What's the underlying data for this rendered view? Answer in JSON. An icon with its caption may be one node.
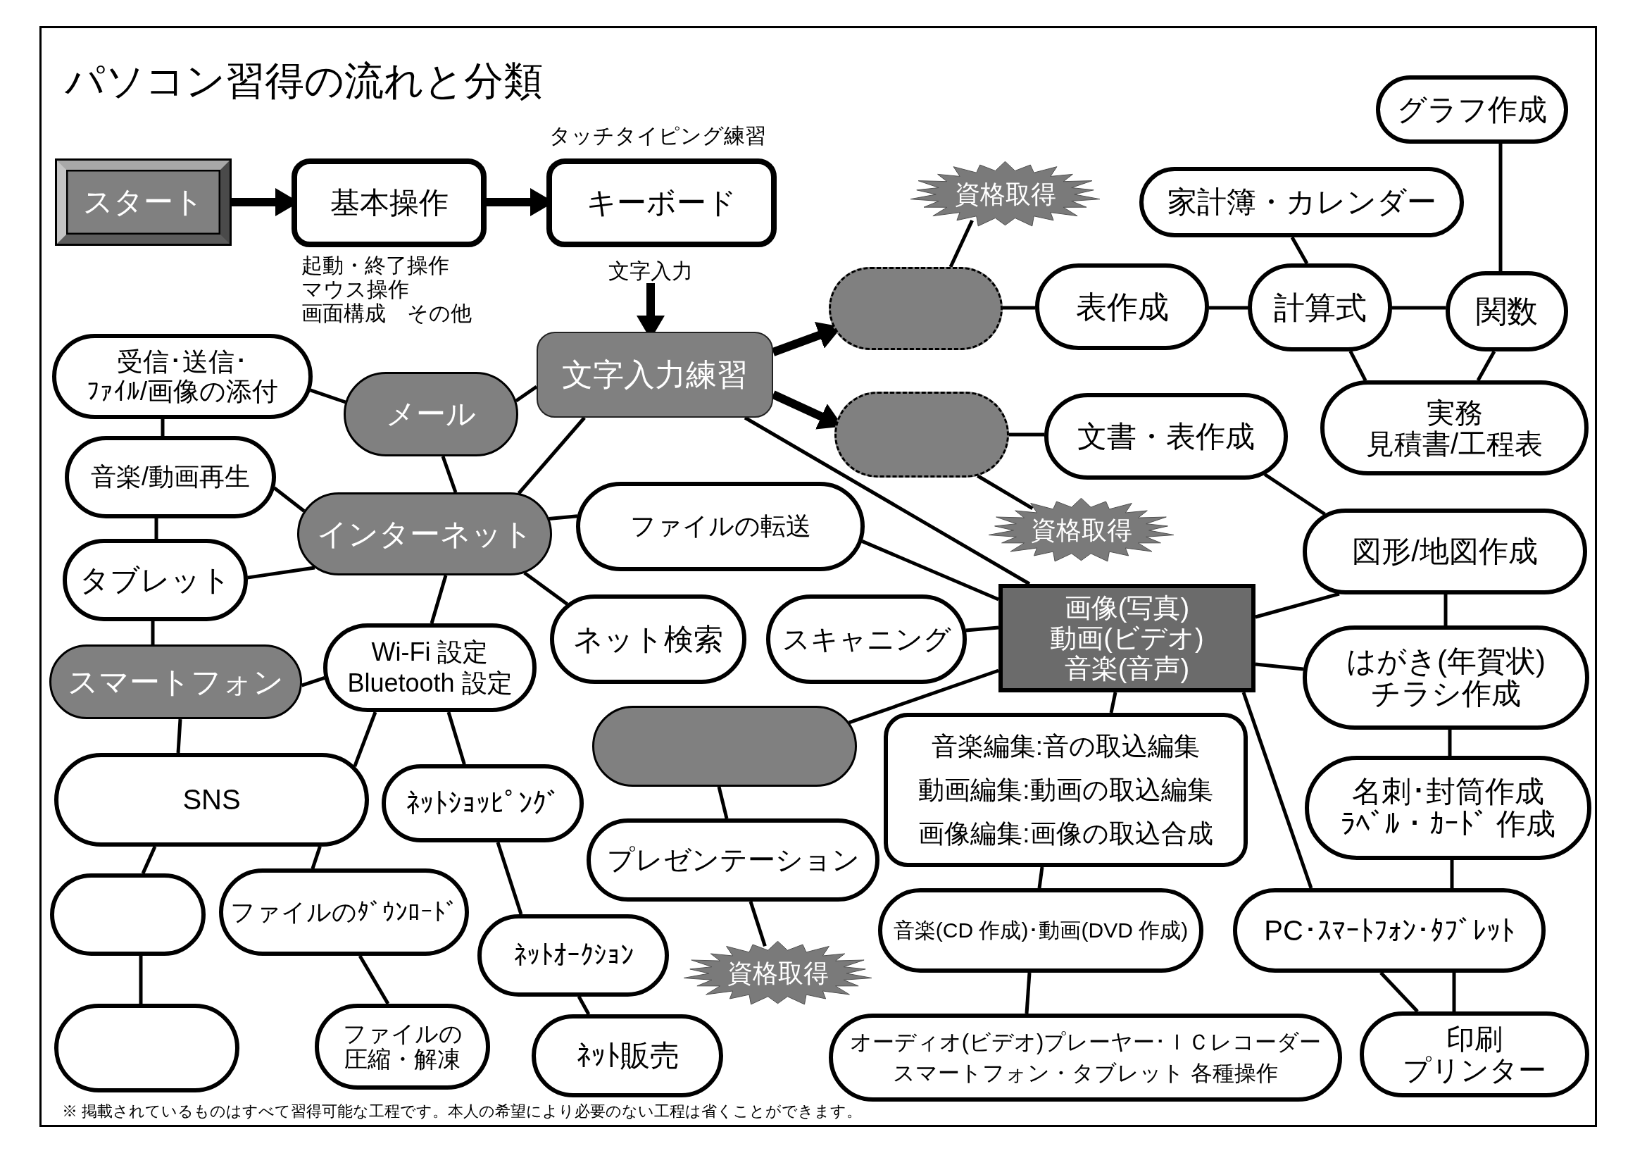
{
  "diagram": {
    "title": "パソコン習得の流れと分類",
    "nodes": [
      {
        "text": [
          "スタート"
        ]
      },
      {
        "text": [
          "基本操作"
        ],
        "beside": [
          "起動・終了操作",
          "マウス操作",
          "画面構成　その他"
        ]
      },
      {
        "text": [
          "キーボード"
        ],
        "beside": [
          "タッチタイピング練習"
        ]
      },
      {
        "text": [
          "文字入力練習"
        ]
      },
      {
        "text": [
          "資格取得"
        ]
      },
      {
        "text": [],
        "shape": "box"
      },
      {
        "text": [
          "表作成"
        ]
      },
      {
        "text": [
          "家計簿・カレンダー"
        ]
      },
      {
        "text": [
          "グラフ作成"
        ]
      },
      {
        "text": [
          "計算式"
        ]
      },
      {
        "text": [
          "関数"
        ]
      },
      {
        "text": [
          "実務",
          "見積書/工程表"
        ]
      },
      {
        "text": [],
        "shape": "box"
      },
      {
        "text": [
          "文書・表作成"
        ]
      },
      {
        "text": [
          "資格取得"
        ]
      },
      {
        "text": [
          "メール"
        ]
      },
      {
        "text": [
          "受信･送信･ﾌｧｲﾙ/画像の添付"
        ]
      },
      {
        "text": [
          "音楽/動画再生"
        ]
      },
      {
        "text": [
          "インターネット"
        ]
      },
      {
        "text": [
          "タブレット"
        ]
      },
      {
        "text": [
          "ファイルの転送"
        ]
      },
      {
        "text": [
          "スマートフォン"
        ]
      },
      {
        "text": [
          "Wi-Fi 設定",
          "Bluetooth 設定"
        ]
      },
      {
        "text": [
          "ネット検索"
        ]
      },
      {
        "text": [
          "スキャニング"
        ]
      },
      {
        "text": [
          "画像(写真)",
          "動画(ビデオ)",
          "音楽(音声)"
        ]
      },
      {
        "text": [
          "図形/地図作成"
        ]
      },
      {
        "text": [
          "はがき(年賀状)",
          "チラシ作成"
        ]
      },
      {
        "text": [],
        "shape": "box"
      },
      {
        "text": [
          "音楽編集:音の取込編集",
          "動画編集:動画の取込編集",
          "画像編集:画像の取込合成"
        ]
      },
      {
        "text": [
          "SNS"
        ]
      },
      {
        "text": [
          "ﾈｯﾄｼｮｯﾋﾟﾝｸﾞ"
        ]
      },
      {
        "text": [
          "名刺･封筒作成",
          "ﾗﾍﾞﾙ・ｶｰﾄﾞ 作成"
        ]
      },
      {
        "text": [
          "プレゼンテーション"
        ]
      },
      {
        "text": [],
        "shape": "box"
      },
      {
        "text": [
          "ファイルのﾀﾞｳﾝﾛｰﾄﾞ"
        ]
      },
      {
        "text": [
          "音楽(CD 作成)･動画(DVD 作成)"
        ]
      },
      {
        "text": [
          "PC･ｽﾏｰﾄﾌｫﾝ･ﾀﾌﾞﾚｯﾄ"
        ]
      },
      {
        "text": [
          "ﾈｯﾄｵｰｸｼｮﾝ"
        ]
      },
      {
        "text": [
          "資格取得"
        ]
      },
      {
        "text": [],
        "shape": "box"
      },
      {
        "text": [
          "ファイルの圧縮・解凍"
        ]
      },
      {
        "text": [
          "ﾈｯﾄ販売"
        ]
      },
      {
        "text": [
          "オーディオ(ビデオ)プレーヤー･ＩＣレコーダー",
          "スマートフォン・タブレット 各種操作"
        ]
      },
      {
        "text": [
          "印刷",
          "プリンター"
        ]
      },
      {
        "text": [
          "文字入力"
        ]
      }
    ],
    "edges": [
      {
        "from": 0,
        "to": 1,
        "arrow": "to",
        "style": "thick"
      },
      {
        "from": 1,
        "to": 2,
        "arrow": "to",
        "style": "thick"
      },
      {
        "from": 45,
        "to": 3,
        "arrow": "to",
        "style": "thick"
      },
      {
        "from": 3,
        "to": 5,
        "arrow": "to",
        "style": "thick"
      },
      {
        "from": 3,
        "to": 12,
        "arrow": "to",
        "style": "thick"
      },
      {
        "from": 4,
        "to": 5,
        "arrow": "none"
      },
      {
        "from": 5,
        "to": 6,
        "arrow": "none"
      },
      {
        "from": 6,
        "to": 9,
        "arrow": "none"
      },
      {
        "from": 7,
        "to": 9,
        "arrow": "none"
      },
      {
        "from": 9,
        "to": 10,
        "arrow": "none"
      },
      {
        "from": 8,
        "to": 10,
        "arrow": "none"
      },
      {
        "from": 9,
        "to": 11,
        "arrow": "none"
      },
      {
        "from": 10,
        "to": 11,
        "arrow": "none"
      },
      {
        "from": 12,
        "to": 13,
        "arrow": "none"
      },
      {
        "from": 12,
        "to": 14,
        "arrow": "none"
      },
      {
        "from": 13,
        "to": 26,
        "arrow": "none"
      },
      {
        "from": 3,
        "to": 25,
        "arrow": "none"
      },
      {
        "from": 3,
        "to": 15,
        "arrow": "none"
      },
      {
        "from": 3,
        "to": 18,
        "arrow": "none"
      },
      {
        "from": 16,
        "to": 15,
        "arrow": "none"
      },
      {
        "from": 16,
        "to": 17,
        "arrow": "none"
      },
      {
        "from": 15,
        "to": 18,
        "arrow": "none"
      },
      {
        "from": 17,
        "to": 18,
        "arrow": "none"
      },
      {
        "from": 17,
        "to": 19,
        "arrow": "none"
      },
      {
        "from": 19,
        "to": 18,
        "arrow": "none"
      },
      {
        "from": 18,
        "to": 20,
        "arrow": "none"
      },
      {
        "from": 18,
        "to": 23,
        "arrow": "none"
      },
      {
        "from": 18,
        "to": 22,
        "arrow": "none"
      },
      {
        "from": 19,
        "to": 21,
        "arrow": "none"
      },
      {
        "from": 21,
        "to": 22,
        "arrow": "none"
      },
      {
        "from": 21,
        "to": 30,
        "arrow": "none"
      },
      {
        "from": 22,
        "to": 30,
        "arrow": "none"
      },
      {
        "from": 30,
        "to": 35,
        "arrow": "none"
      },
      {
        "from": 22,
        "to": 31,
        "arrow": "none"
      },
      {
        "from": 31,
        "to": 38,
        "arrow": "none"
      },
      {
        "from": 38,
        "to": 42,
        "arrow": "none"
      },
      {
        "from": 30,
        "to": 34,
        "arrow": "none"
      },
      {
        "from": 34,
        "to": 40,
        "arrow": "none"
      },
      {
        "from": 35,
        "to": 41,
        "arrow": "none"
      },
      {
        "from": 20,
        "to": 25,
        "arrow": "none"
      },
      {
        "from": 24,
        "to": 25,
        "arrow": "none"
      },
      {
        "from": 28,
        "to": 25,
        "arrow": "none"
      },
      {
        "from": 28,
        "to": 33,
        "arrow": "none"
      },
      {
        "from": 33,
        "to": 39,
        "arrow": "none"
      },
      {
        "from": 25,
        "to": 29,
        "arrow": "none"
      },
      {
        "from": 29,
        "to": 36,
        "arrow": "none"
      },
      {
        "from": 36,
        "to": 43,
        "arrow": "none"
      },
      {
        "from": 25,
        "to": 26,
        "arrow": "none"
      },
      {
        "from": 25,
        "to": 27,
        "arrow": "none"
      },
      {
        "from": 25,
        "to": 37,
        "arrow": "none"
      },
      {
        "from": 26,
        "to": 27,
        "arrow": "none"
      },
      {
        "from": 27,
        "to": 32,
        "arrow": "none"
      },
      {
        "from": 32,
        "to": 37,
        "arrow": "none"
      },
      {
        "from": 37,
        "to": 44,
        "arrow": "none"
      },
      {
        "from": 37,
        "to": 44,
        "arrow": "none"
      }
    ],
    "labels": [
      "※ 掲載されているものはすべて習得可能な工程です。本人の希望により必要のない工程は省くことができます。"
    ]
  }
}
